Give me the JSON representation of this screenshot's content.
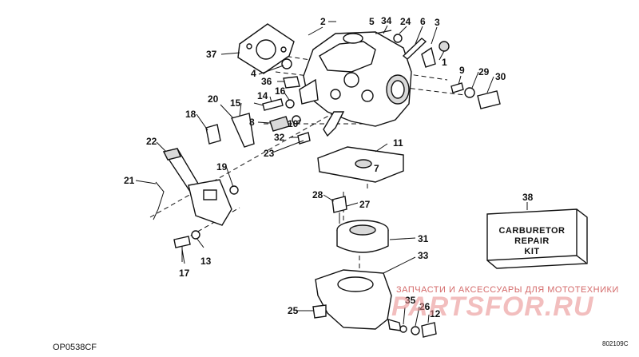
{
  "callouts": {
    "n1": "1",
    "n2": "2",
    "n3": "3",
    "n4": "4",
    "n5": "5",
    "n6": "6",
    "n7": "7",
    "n8": "8",
    "n9": "9",
    "n10": "10",
    "n11": "11",
    "n12": "12",
    "n13": "13",
    "n14": "14",
    "n15": "15",
    "n16": "16",
    "n17": "17",
    "n18": "18",
    "n19": "19",
    "n20": "20",
    "n21": "21",
    "n22": "22",
    "n23": "23",
    "n24": "24",
    "n25": "25",
    "n26": "26",
    "n27": "27",
    "n28": "28",
    "n29": "29",
    "n30": "30",
    "n31": "31",
    "n32": "32",
    "n33": "33",
    "n34": "34",
    "n35": "35",
    "n36": "36",
    "n37": "37",
    "n38": "38"
  },
  "kit": {
    "line1": "CARBURETOR",
    "line2": "REPAIR",
    "line3": "KIT"
  },
  "footer": {
    "left_code": "OP0538CF",
    "right_code": "802109C"
  },
  "watermark": {
    "tagline": "ЗАПЧАСТИ И АКСЕССУАРЫ ДЛЯ МОТОТЕХНИКИ",
    "brand": "PARTSFOR.RU",
    "color": "#e88a8a"
  }
}
